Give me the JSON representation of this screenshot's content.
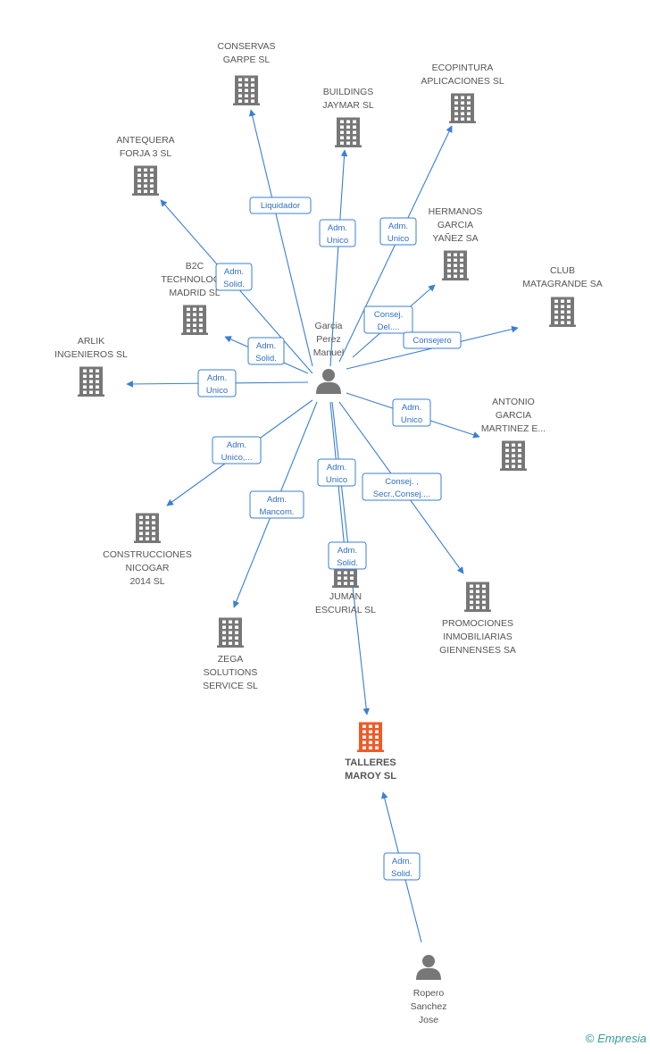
{
  "colors": {
    "edge": "#3a7fd5",
    "company_icon": "#777777",
    "focus_company_icon": "#f05a28",
    "person_icon": "#777777"
  },
  "nodes": [
    {
      "id": "conservas",
      "type": "company",
      "label": [
        "CONSERVAS",
        "GARPE SL"
      ]
    },
    {
      "id": "buildings",
      "type": "company",
      "label": [
        "BUILDINGS",
        "JAYMAR SL"
      ]
    },
    {
      "id": "ecopintura",
      "type": "company",
      "label": [
        "ECOPINTURA",
        "APLICACIONES SL"
      ]
    },
    {
      "id": "antequera",
      "type": "company",
      "label": [
        "ANTEQUERA",
        "FORJA 3 SL"
      ]
    },
    {
      "id": "hermanos",
      "type": "company",
      "label": [
        "HERMANOS",
        "GARCIA",
        "YAÑEZ SA"
      ]
    },
    {
      "id": "b2c",
      "type": "company",
      "label": [
        "B2C",
        "TECHNOLOG...",
        "MADRID SL"
      ]
    },
    {
      "id": "club",
      "type": "company",
      "label": [
        "CLUB",
        "MATAGRANDE SA"
      ]
    },
    {
      "id": "arlik",
      "type": "company",
      "label": [
        "ARLIK",
        "INGENIEROS  SL"
      ]
    },
    {
      "id": "antonio",
      "type": "company",
      "label": [
        "ANTONIO",
        "GARCIA",
        "MARTINEZ E..."
      ]
    },
    {
      "id": "construcciones",
      "type": "company",
      "label": [
        "CONSTRUCCIONES",
        "NICOGAR",
        "2014  SL"
      ]
    },
    {
      "id": "juman",
      "type": "company",
      "label": [
        "JUMAN",
        "ESCURIAL SL"
      ]
    },
    {
      "id": "promociones",
      "type": "company",
      "label": [
        "PROMOCIONES",
        "INMOBILIARIAS",
        "GIENNENSES SA"
      ]
    },
    {
      "id": "zega",
      "type": "company",
      "label": [
        "ZEGA",
        "SOLUTIONS",
        "SERVICE SL"
      ]
    },
    {
      "id": "talleres",
      "type": "company",
      "focus": true,
      "label": [
        "TALLERES",
        "MAROY SL"
      ]
    },
    {
      "id": "garcia",
      "type": "person",
      "label": [
        "Garcia",
        "Perez",
        "Manuel"
      ]
    },
    {
      "id": "ropero",
      "type": "person",
      "label": [
        "Ropero",
        "Sanchez",
        "Jose"
      ]
    }
  ],
  "edges": [
    {
      "from": "garcia",
      "to": "conservas",
      "label": [
        "Liquidador"
      ]
    },
    {
      "from": "garcia",
      "to": "buildings",
      "label": [
        "Adm.",
        "Unico"
      ]
    },
    {
      "from": "garcia",
      "to": "ecopintura",
      "label": [
        "Adm.",
        "Unico"
      ]
    },
    {
      "from": "garcia",
      "to": "antequera",
      "label": [
        "Adm.",
        "Solid."
      ]
    },
    {
      "from": "garcia",
      "to": "hermanos",
      "label": [
        "Consej.",
        "Del...."
      ]
    },
    {
      "from": "garcia",
      "to": "b2c",
      "label": [
        "Adm.",
        "Solid."
      ]
    },
    {
      "from": "garcia",
      "to": "club",
      "label": [
        "Consejero"
      ]
    },
    {
      "from": "garcia",
      "to": "arlik",
      "label": [
        "Adm.",
        "Unico"
      ]
    },
    {
      "from": "garcia",
      "to": "antonio",
      "label": [
        "Adm.",
        "Unico"
      ]
    },
    {
      "from": "garcia",
      "to": "construcciones",
      "label": [
        "Adm.",
        "Unico,..."
      ]
    },
    {
      "from": "garcia",
      "to": "juman",
      "label": [
        "Adm.",
        "Unico"
      ]
    },
    {
      "from": "garcia",
      "to": "promociones",
      "label": [
        "Consej. ,",
        "Secr.,Consej...."
      ]
    },
    {
      "from": "garcia",
      "to": "zega",
      "label": [
        "Adm.",
        "Mancom."
      ]
    },
    {
      "from": "garcia",
      "to": "talleres",
      "label": [
        "Adm.",
        "Solid."
      ]
    },
    {
      "from": "ropero",
      "to": "talleres",
      "label": [
        "Adm.",
        "Solid."
      ]
    }
  ],
  "footer": {
    "copyright_symbol": "©",
    "brand": "Empresia"
  }
}
